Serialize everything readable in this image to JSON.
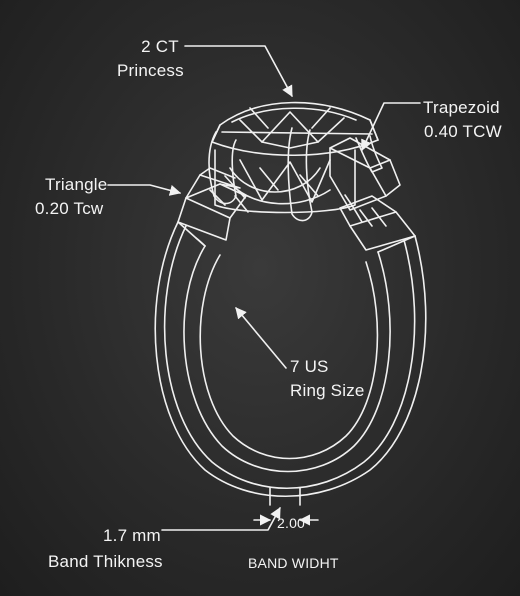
{
  "annotations": {
    "center_stone": {
      "line1": "2 CT",
      "line2": "Princess"
    },
    "trapezoid": {
      "line1": "Trapezoid",
      "line2": "0.40 TCW"
    },
    "triangle": {
      "line1": "Triangle",
      "line2": "0.20 Tcw"
    },
    "ring_size": {
      "line1": "7 US",
      "line2": "Ring Size"
    },
    "band_thickness": {
      "line1": "1.7 mm",
      "line2": "Band Thikness"
    },
    "band_width": {
      "value": "2.00",
      "label": "BAND WIDHT"
    }
  },
  "colors": {
    "background": "#2a2a2a",
    "line": "#f2f2f2"
  }
}
